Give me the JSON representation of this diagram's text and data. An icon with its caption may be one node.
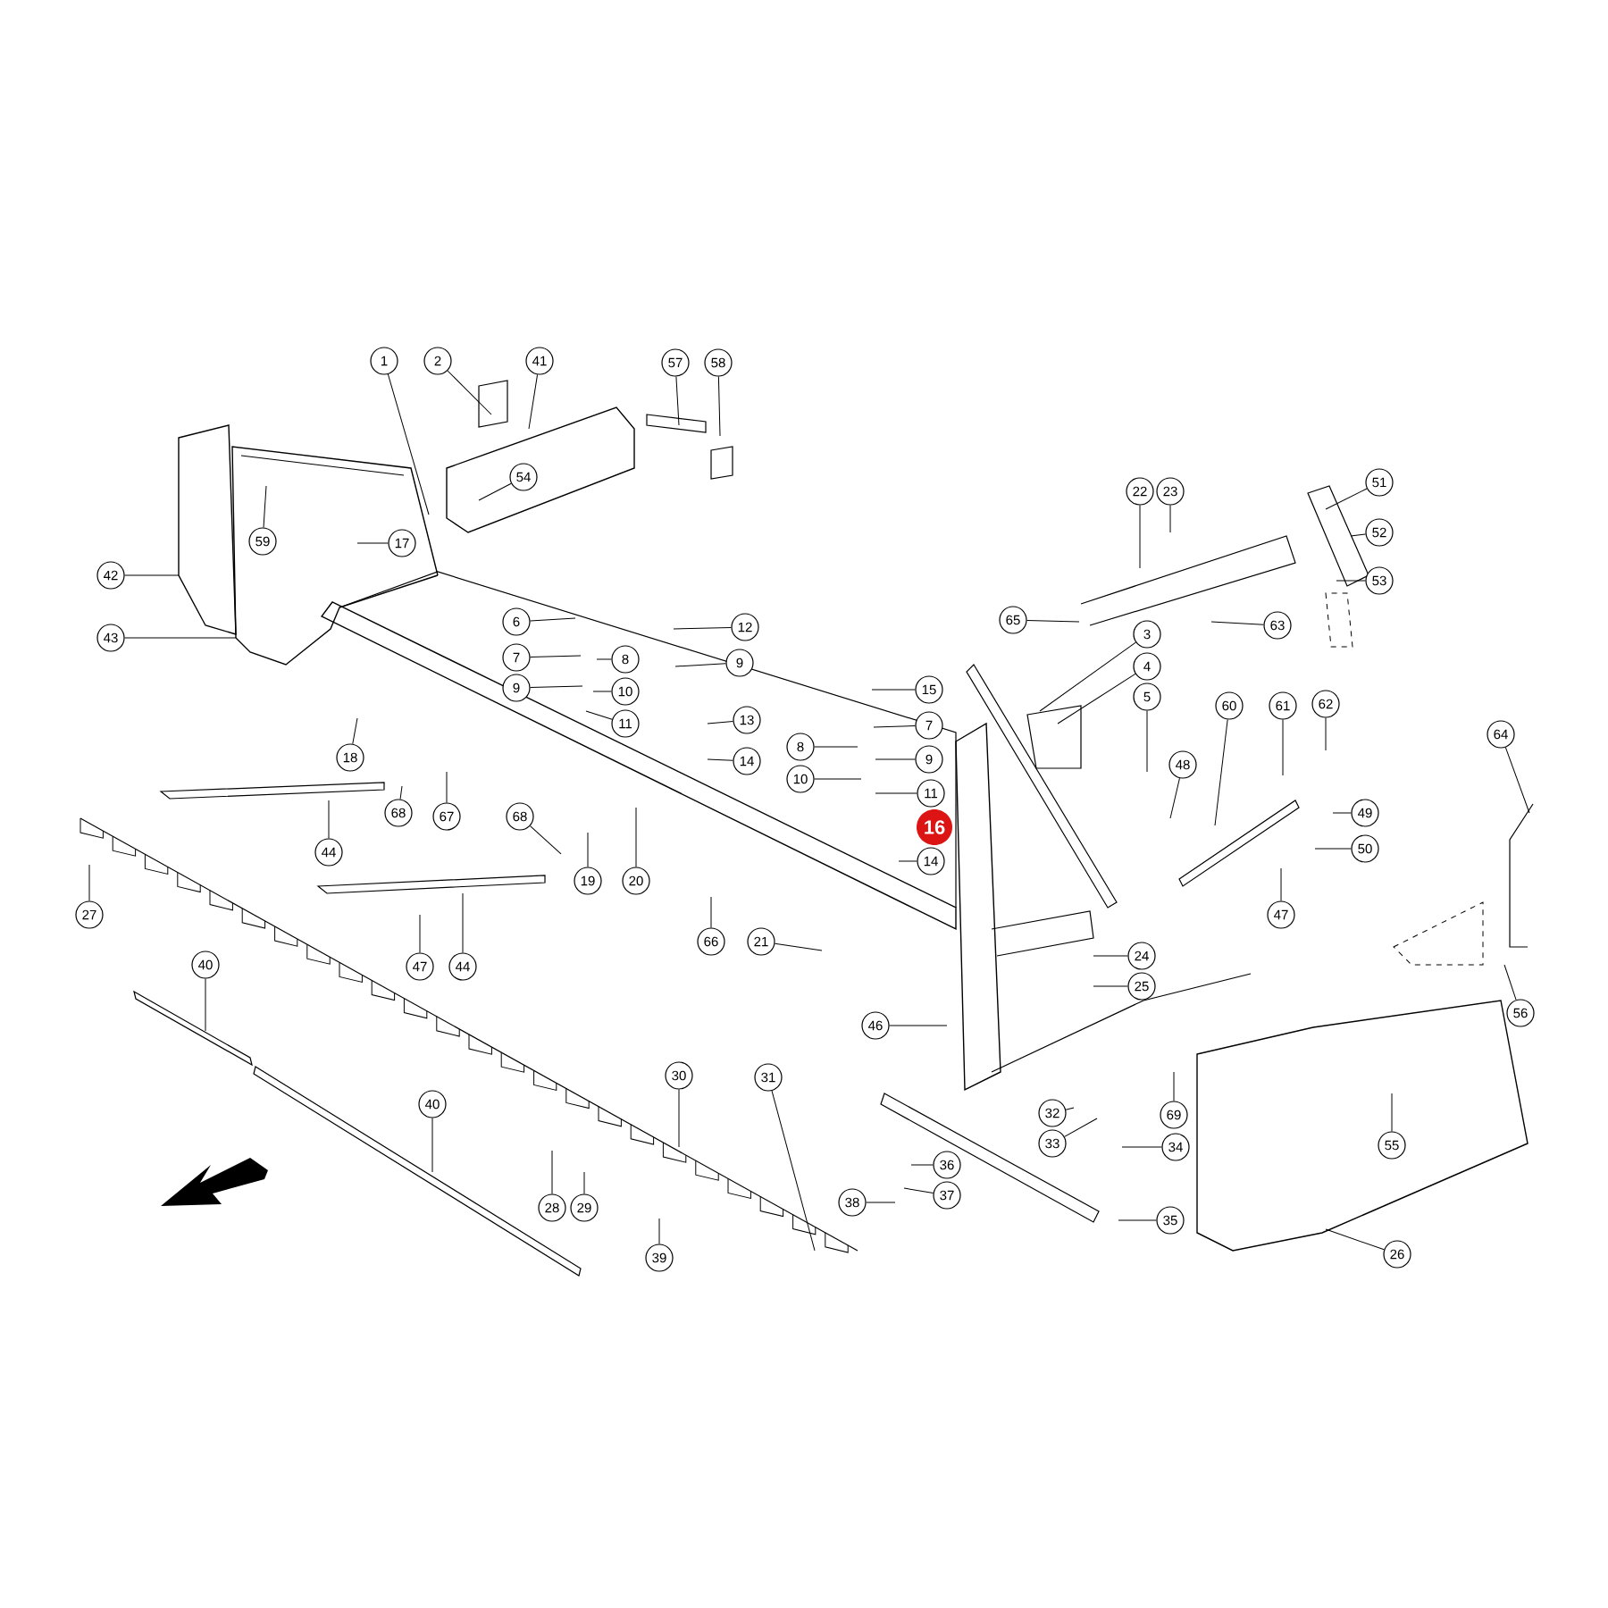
{
  "diagram": {
    "nodes": [
      {
        "text": [
          "1"
        ]
      },
      {
        "text": [
          "2"
        ]
      },
      {
        "text": [
          "41"
        ]
      },
      {
        "text": [
          "57"
        ]
      },
      {
        "text": [
          "58"
        ]
      },
      {
        "text": [
          "54"
        ]
      },
      {
        "text": [
          "51"
        ]
      },
      {
        "text": [
          "22"
        ]
      },
      {
        "text": [
          "23"
        ]
      },
      {
        "text": [
          "52"
        ]
      },
      {
        "text": [
          "59"
        ]
      },
      {
        "text": [
          "17"
        ]
      },
      {
        "text": [
          "42"
        ]
      },
      {
        "text": [
          "53"
        ]
      },
      {
        "text": [
          "65"
        ]
      },
      {
        "text": [
          "6"
        ]
      },
      {
        "text": [
          "63"
        ]
      },
      {
        "text": [
          "12"
        ]
      },
      {
        "text": [
          "3"
        ]
      },
      {
        "text": [
          "43"
        ]
      },
      {
        "text": [
          "7"
        ]
      },
      {
        "text": [
          "8"
        ]
      },
      {
        "text": [
          "9"
        ]
      },
      {
        "text": [
          "4"
        ]
      },
      {
        "text": [
          "9"
        ]
      },
      {
        "text": [
          "10"
        ]
      },
      {
        "text": [
          "15"
        ]
      },
      {
        "text": [
          "5"
        ]
      },
      {
        "text": [
          "60"
        ]
      },
      {
        "text": [
          "61"
        ]
      },
      {
        "text": [
          "62"
        ]
      },
      {
        "text": [
          "13"
        ]
      },
      {
        "text": [
          "11"
        ]
      },
      {
        "text": [
          "7"
        ]
      },
      {
        "text": [
          "64"
        ]
      },
      {
        "text": [
          "8"
        ]
      },
      {
        "text": [
          "18"
        ]
      },
      {
        "text": [
          "14"
        ]
      },
      {
        "text": [
          "9"
        ]
      },
      {
        "text": [
          "48"
        ]
      },
      {
        "text": [
          "10"
        ]
      },
      {
        "text": [
          "11"
        ]
      },
      {
        "text": [
          "49"
        ]
      },
      {
        "text": [
          "68"
        ]
      },
      {
        "text": [
          "67"
        ]
      },
      {
        "text": [
          "68"
        ]
      },
      {
        "text": [
          "16"
        ]
      },
      {
        "text": [
          "50"
        ]
      },
      {
        "text": [
          "44"
        ]
      },
      {
        "text": [
          "14"
        ]
      },
      {
        "text": [
          "19"
        ]
      },
      {
        "text": [
          "20"
        ]
      },
      {
        "text": [
          "27"
        ]
      },
      {
        "text": [
          "47"
        ]
      },
      {
        "text": [
          "21"
        ]
      },
      {
        "text": [
          "66"
        ]
      },
      {
        "text": [
          "24"
        ]
      },
      {
        "text": [
          "40"
        ]
      },
      {
        "text": [
          "47"
        ]
      },
      {
        "text": [
          "44"
        ]
      },
      {
        "text": [
          "25"
        ]
      },
      {
        "text": [
          "56"
        ]
      },
      {
        "text": [
          "46"
        ]
      },
      {
        "text": [
          "30"
        ]
      },
      {
        "text": [
          "31"
        ]
      },
      {
        "text": [
          "40"
        ]
      },
      {
        "text": [
          "32"
        ]
      },
      {
        "text": [
          "69"
        ]
      },
      {
        "text": [
          "33"
        ]
      },
      {
        "text": [
          "55"
        ]
      },
      {
        "text": [
          "34"
        ]
      },
      {
        "text": [
          "36"
        ]
      },
      {
        "text": [
          "37"
        ]
      },
      {
        "text": [
          "38"
        ]
      },
      {
        "text": [
          "28"
        ]
      },
      {
        "text": [
          "29"
        ]
      },
      {
        "text": [
          "35"
        ]
      },
      {
        "text": [
          "26"
        ]
      },
      {
        "text": [
          "39"
        ]
      }
    ],
    "edges": [
      {
        "from": 0,
        "to": null,
        "arrow": "none"
      },
      {
        "from": 1,
        "to": null,
        "arrow": "none"
      },
      {
        "from": 2,
        "to": null,
        "arrow": "none"
      },
      {
        "from": 3,
        "to": null,
        "arrow": "none"
      },
      {
        "from": 4,
        "to": null,
        "arrow": "none"
      },
      {
        "from": 5,
        "to": null,
        "arrow": "none"
      },
      {
        "from": 6,
        "to": null,
        "arrow": "none"
      },
      {
        "from": 7,
        "to": null,
        "arrow": "none"
      },
      {
        "from": 8,
        "to": null,
        "arrow": "none"
      },
      {
        "from": 9,
        "to": null,
        "arrow": "none"
      },
      {
        "from": 10,
        "to": null,
        "arrow": "none"
      },
      {
        "from": 11,
        "to": null,
        "arrow": "none"
      },
      {
        "from": 12,
        "to": null,
        "arrow": "none"
      },
      {
        "from": 13,
        "to": null,
        "arrow": "none"
      },
      {
        "from": 14,
        "to": null,
        "arrow": "none"
      },
      {
        "from": 15,
        "to": null,
        "arrow": "none"
      },
      {
        "from": 16,
        "to": null,
        "arrow": "none"
      },
      {
        "from": 17,
        "to": null,
        "arrow": "none"
      },
      {
        "from": 18,
        "to": null,
        "arrow": "none"
      },
      {
        "from": 19,
        "to": null,
        "arrow": "none"
      },
      {
        "from": 20,
        "to": null,
        "arrow": "none"
      },
      {
        "from": 21,
        "to": null,
        "arrow": "none"
      },
      {
        "from": 22,
        "to": null,
        "arrow": "none"
      },
      {
        "from": 23,
        "to": null,
        "arrow": "none"
      },
      {
        "from": 24,
        "to": null,
        "arrow": "none"
      },
      {
        "from": 25,
        "to": null,
        "arrow": "none"
      },
      {
        "from": 26,
        "to": null,
        "arrow": "none"
      },
      {
        "from": 27,
        "to": null,
        "arrow": "none"
      },
      {
        "from": 28,
        "to": null,
        "arrow": "none"
      },
      {
        "from": 29,
        "to": null,
        "arrow": "none"
      },
      {
        "from": 30,
        "to": null,
        "arrow": "none"
      },
      {
        "from": 31,
        "to": null,
        "arrow": "none"
      },
      {
        "from": 32,
        "to": null,
        "arrow": "none"
      },
      {
        "from": 33,
        "to": null,
        "arrow": "none"
      },
      {
        "from": 34,
        "to": null,
        "arrow": "none"
      },
      {
        "from": 35,
        "to": null,
        "arrow": "none"
      },
      {
        "from": 36,
        "to": null,
        "arrow": "none"
      },
      {
        "from": 37,
        "to": null,
        "arrow": "none"
      },
      {
        "from": 38,
        "to": null,
        "arrow": "none"
      },
      {
        "from": 39,
        "to": null,
        "arrow": "none"
      },
      {
        "from": 40,
        "to": null,
        "arrow": "none"
      },
      {
        "from": 41,
        "to": null,
        "arrow": "none"
      },
      {
        "from": 42,
        "to": null,
        "arrow": "none"
      },
      {
        "from": 43,
        "to": null,
        "arrow": "none"
      },
      {
        "from": 44,
        "to": null,
        "arrow": "none"
      },
      {
        "from": 45,
        "to": null,
        "arrow": "none"
      },
      {
        "from": 47,
        "to": null,
        "arrow": "none"
      },
      {
        "from": 48,
        "to": null,
        "arrow": "none"
      },
      {
        "from": 49,
        "to": null,
        "arrow": "none"
      },
      {
        "from": 50,
        "to": null,
        "arrow": "none"
      },
      {
        "from": 51,
        "to": null,
        "arrow": "none"
      },
      {
        "from": 52,
        "to": null,
        "arrow": "none"
      },
      {
        "from": 53,
        "to": null,
        "arrow": "none"
      },
      {
        "from": 54,
        "to": null,
        "arrow": "none"
      },
      {
        "from": 55,
        "to": null,
        "arrow": "none"
      },
      {
        "from": 56,
        "to": null,
        "arrow": "none"
      },
      {
        "from": 57,
        "to": null,
        "arrow": "none"
      },
      {
        "from": 58,
        "to": null,
        "arrow": "none"
      },
      {
        "from": 59,
        "to": null,
        "arrow": "none"
      },
      {
        "from": 60,
        "to": null,
        "arrow": "none"
      },
      {
        "from": 61,
        "to": null,
        "arrow": "none"
      },
      {
        "from": 62,
        "to": null,
        "arrow": "none"
      },
      {
        "from": 63,
        "to": null,
        "arrow": "none"
      },
      {
        "from": 64,
        "to": null,
        "arrow": "none"
      },
      {
        "from": 65,
        "to": null,
        "arrow": "none"
      },
      {
        "from": 66,
        "to": null,
        "arrow": "none"
      },
      {
        "from": 67,
        "to": null,
        "arrow": "none"
      },
      {
        "from": 68,
        "to": null,
        "arrow": "none"
      },
      {
        "from": 69,
        "to": null,
        "arrow": "none"
      },
      {
        "from": 70,
        "to": null,
        "arrow": "none"
      },
      {
        "from": 71,
        "to": null,
        "arrow": "none"
      },
      {
        "from": 72,
        "to": null,
        "arrow": "none"
      },
      {
        "from": 73,
        "to": null,
        "arrow": "none"
      },
      {
        "from": 74,
        "to": null,
        "arrow": "none"
      },
      {
        "from": 75,
        "to": null,
        "arrow": "none"
      },
      {
        "from": 76,
        "to": null,
        "arrow": "none"
      },
      {
        "from": 77,
        "to": null,
        "arrow": "none"
      },
      {
        "from": 78,
        "to": null,
        "arrow": "none"
      }
    ]
  }
}
